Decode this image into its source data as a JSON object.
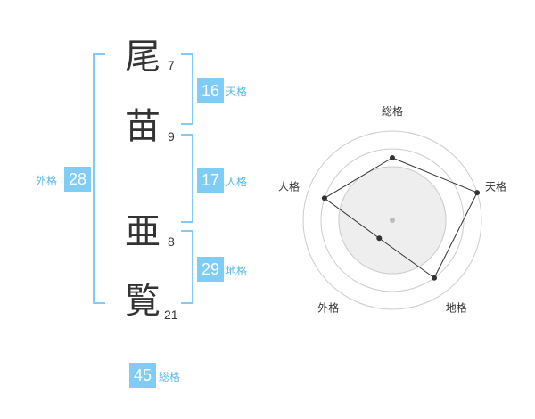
{
  "name": {
    "chars": [
      {
        "char": "尾",
        "strokes": "7"
      },
      {
        "char": "苗",
        "strokes": "9"
      },
      {
        "char": "亜",
        "strokes": "8"
      },
      {
        "char": "覧",
        "strokes": "21"
      }
    ]
  },
  "kaku": {
    "tenkaku": {
      "label": "天格",
      "value": "16"
    },
    "jinkaku": {
      "label": "人格",
      "value": "17"
    },
    "chikaku": {
      "label": "地格",
      "value": "29"
    },
    "gaikaku": {
      "label": "外格",
      "value": "28"
    },
    "soukaku": {
      "label": "総格",
      "value": "45"
    }
  },
  "chart_data": {
    "type": "radar",
    "axes": [
      "総格",
      "天格",
      "地格",
      "外格",
      "人格"
    ],
    "values": [
      0.7,
      1.0,
      0.8,
      0.25,
      0.8
    ],
    "max": 1.0,
    "rings": 5,
    "colors": {
      "ring": "#cccccc",
      "fill": "#eeeeee",
      "line": "#333333",
      "point": "#333333",
      "center": "#bbbbbb"
    }
  }
}
